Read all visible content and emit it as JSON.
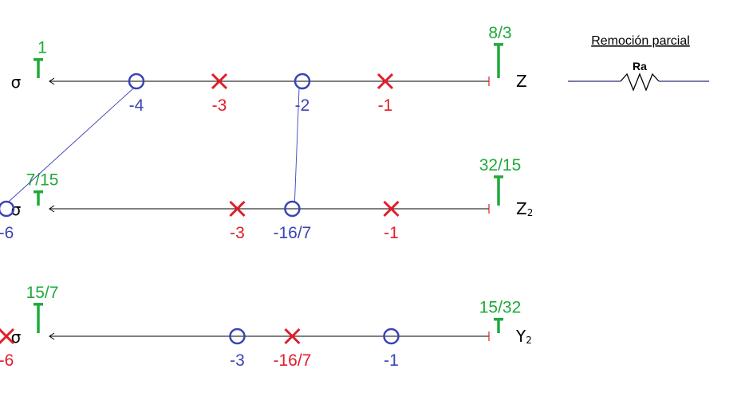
{
  "colors": {
    "pole": "#e11d2a",
    "zero": "#3a44b5",
    "residue": "#1faa3a",
    "axis": "#000000",
    "link": "#3a44b5",
    "resistor": "#2b2f7a"
  },
  "rows": [
    {
      "axis_symbol": "σ",
      "function_label": "Z",
      "function_sub": "",
      "left_residue": "1",
      "right_residue": "8/3",
      "left_level": 1,
      "right_level": 2.67,
      "marks": [
        {
          "type": "zero",
          "value": -4,
          "label": "-4"
        },
        {
          "type": "pole",
          "value": -3,
          "label": "-3"
        },
        {
          "type": "zero",
          "value": -2,
          "label": "-2"
        },
        {
          "type": "pole",
          "value": -1,
          "label": "-1"
        }
      ]
    },
    {
      "axis_symbol": "σ",
      "function_label": "Z",
      "function_sub": "2",
      "left_residue": "7/15",
      "right_residue": "32/15",
      "left_level": 0.47,
      "right_level": 2.13,
      "marks": [
        {
          "type": "zero",
          "value": -6,
          "label": "-6"
        },
        {
          "type": "pole",
          "value": -3,
          "label": "-3"
        },
        {
          "type": "zero",
          "value": -2.2857,
          "label": "-16/7"
        },
        {
          "type": "pole",
          "value": -1,
          "label": "-1"
        }
      ]
    },
    {
      "axis_symbol": "σ",
      "function_label": "Y",
      "function_sub": "2",
      "left_residue": "15/7",
      "right_residue": "15/32",
      "left_level": 2.14,
      "right_level": 0.47,
      "marks": [
        {
          "type": "pole",
          "value": -6,
          "label": "-6"
        },
        {
          "type": "zero",
          "value": -3,
          "label": "-3"
        },
        {
          "type": "pole",
          "value": -2.2857,
          "label": "-16/7"
        },
        {
          "type": "zero",
          "value": -1,
          "label": "-1"
        }
      ]
    }
  ],
  "links": [
    {
      "from_row": 0,
      "from_mark": 0,
      "to_row": 1,
      "to_mark": 0
    },
    {
      "from_row": 0,
      "from_mark": 2,
      "to_row": 1,
      "to_mark": 2
    }
  ],
  "legend": {
    "title": "Remoción parcial",
    "resistor_label": "Ra"
  }
}
